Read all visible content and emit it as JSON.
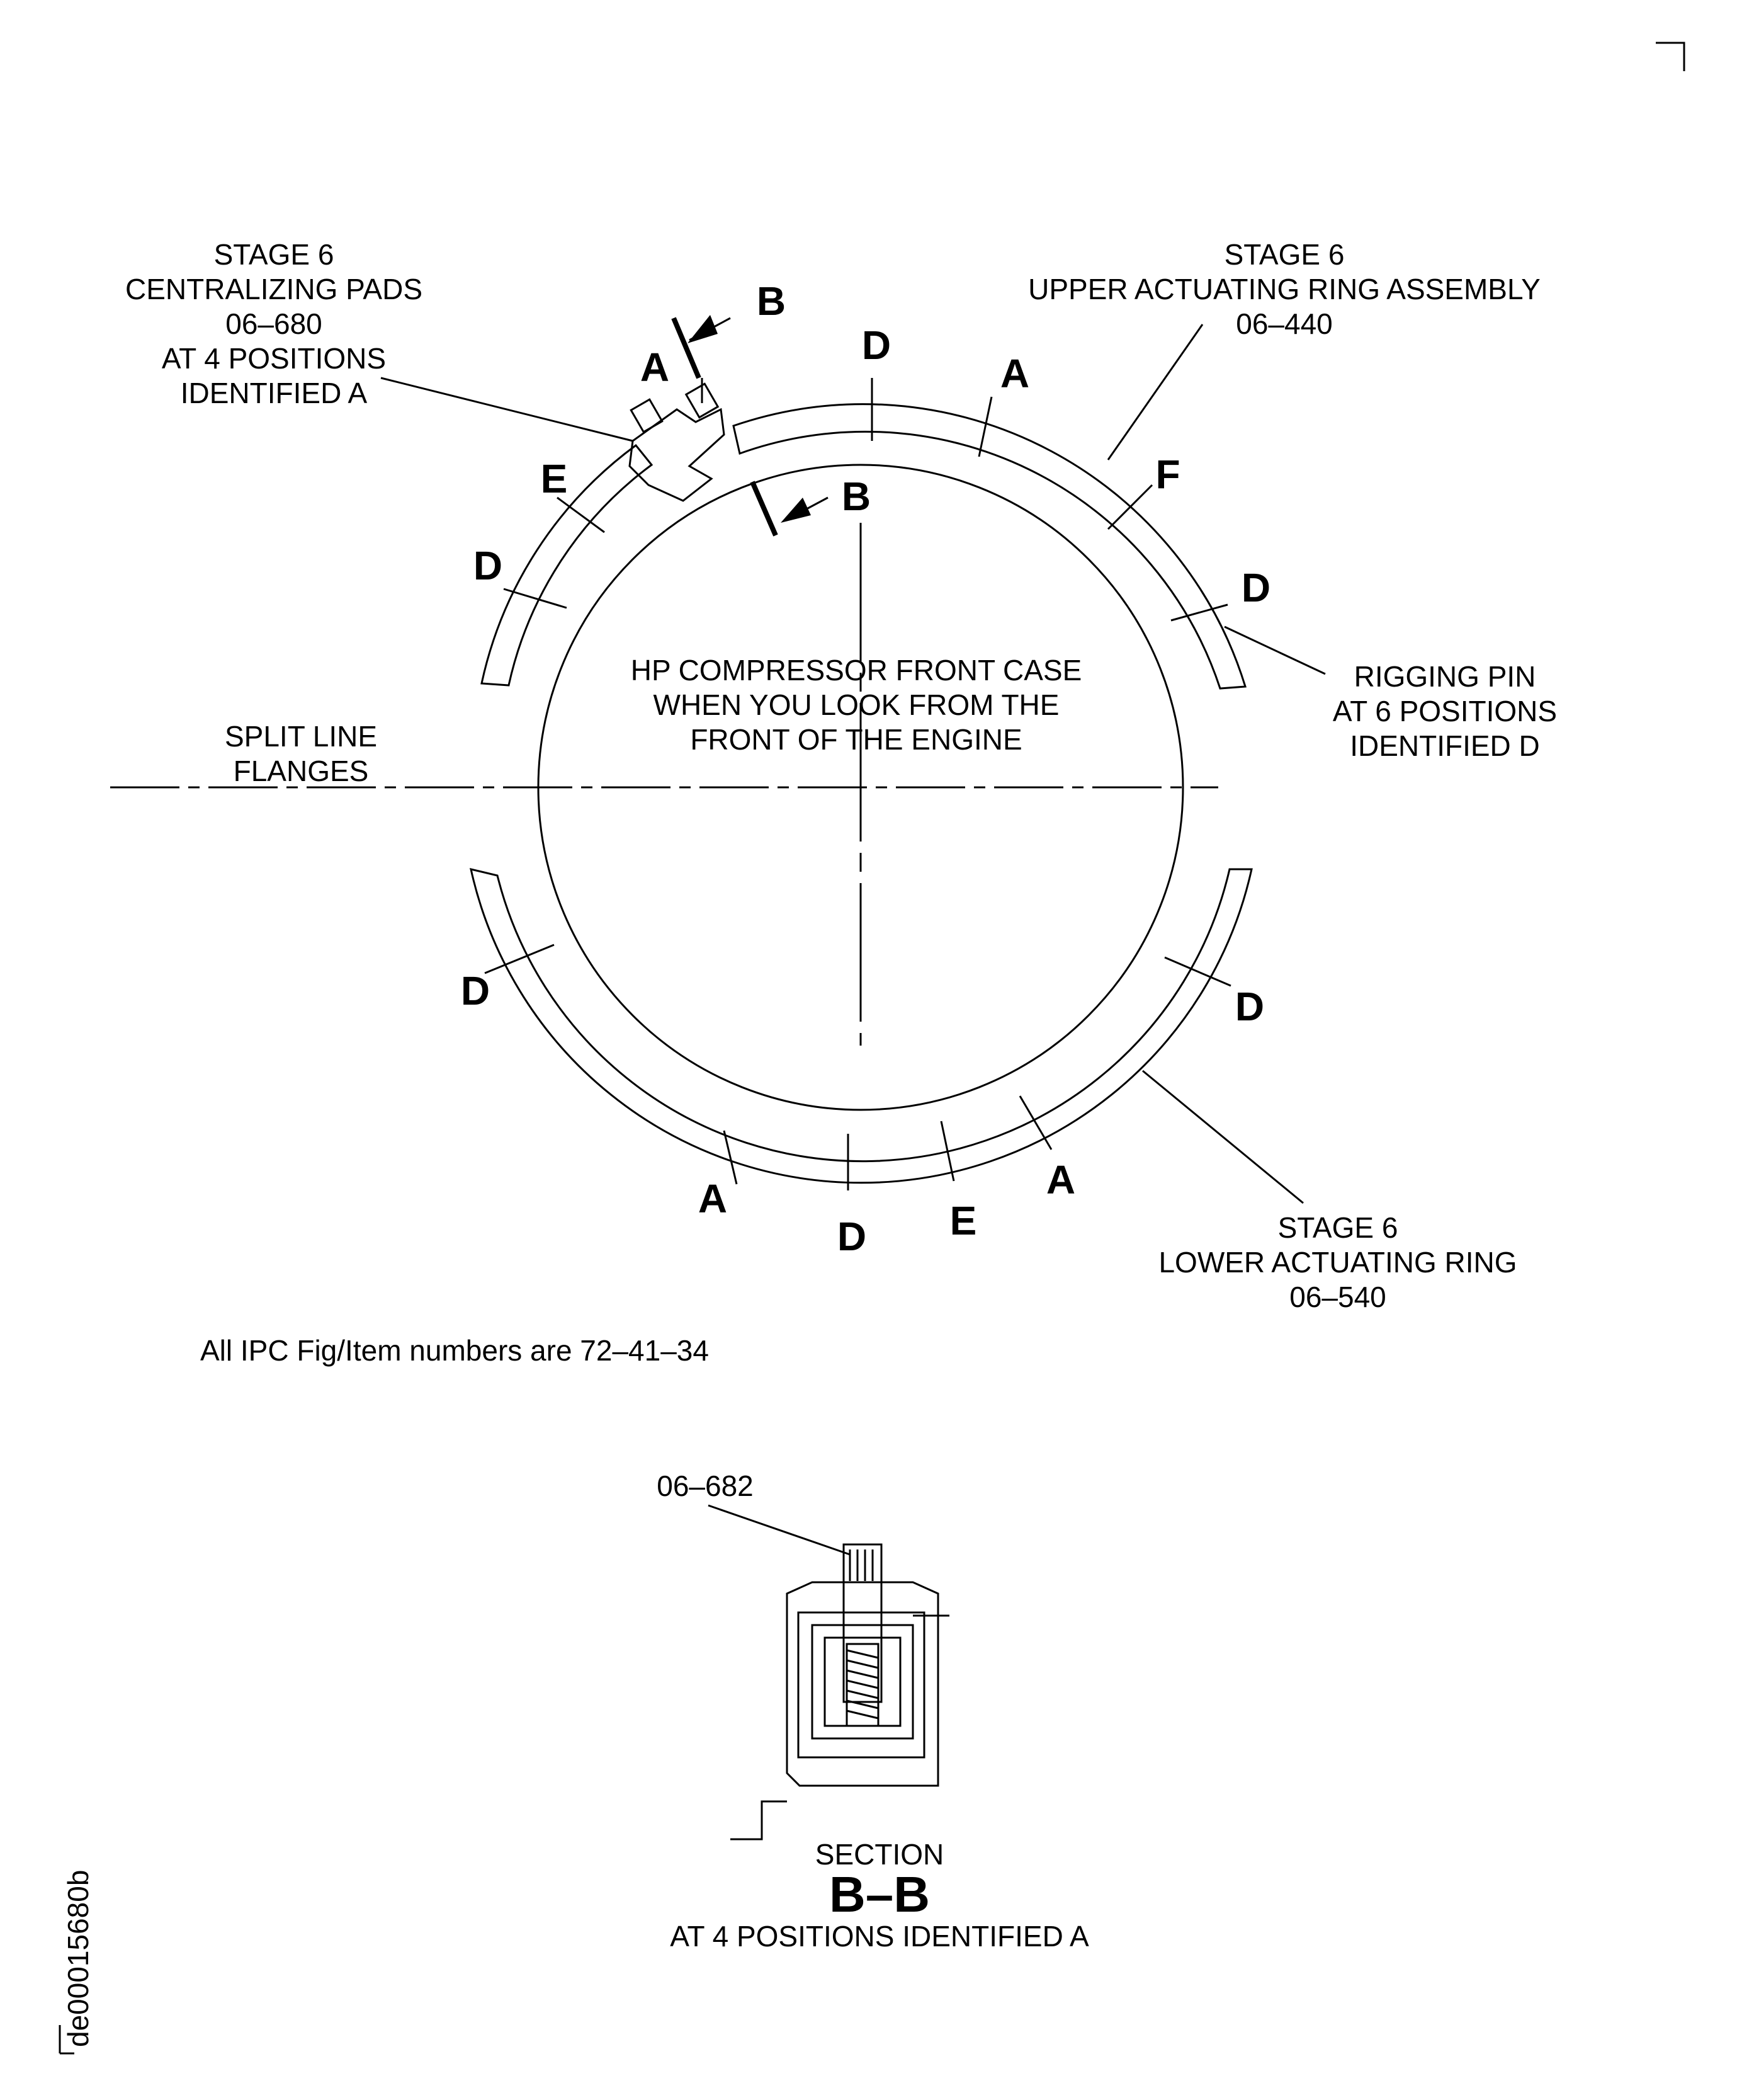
{
  "callouts": {
    "centralizing_pads": [
      "STAGE 6",
      "CENTRALIZING PADS",
      "06–680",
      "AT 4 POSITIONS",
      "IDENTIFIED A"
    ],
    "upper_ring": [
      "STAGE 6",
      "UPPER ACTUATING RING ASSEMBLY",
      "06–440"
    ],
    "rigging_pin": [
      "RIGGING PIN",
      "AT 6 POSITIONS",
      "IDENTIFIED D"
    ],
    "split_line": [
      "SPLIT LINE",
      "FLANGES"
    ],
    "center": [
      "HP COMPRESSOR FRONT CASE",
      "WHEN YOU LOOK FROM THE",
      "FRONT OF THE ENGINE"
    ],
    "lower_ring": [
      "STAGE 6",
      "LOWER ACTUATING RING",
      "06–540"
    ]
  },
  "position_letters": {
    "A": "A",
    "B": "B",
    "D": "D",
    "E": "E",
    "F": "F"
  },
  "ipc_note": "All IPC Fig/Item numbers are 72–41–34",
  "section": {
    "bolt_ref": "06–682",
    "word": "SECTION",
    "id": "B–B",
    "note": "AT 4 POSITIONS IDENTIFIED A"
  },
  "drawing_id": "de00015680b"
}
